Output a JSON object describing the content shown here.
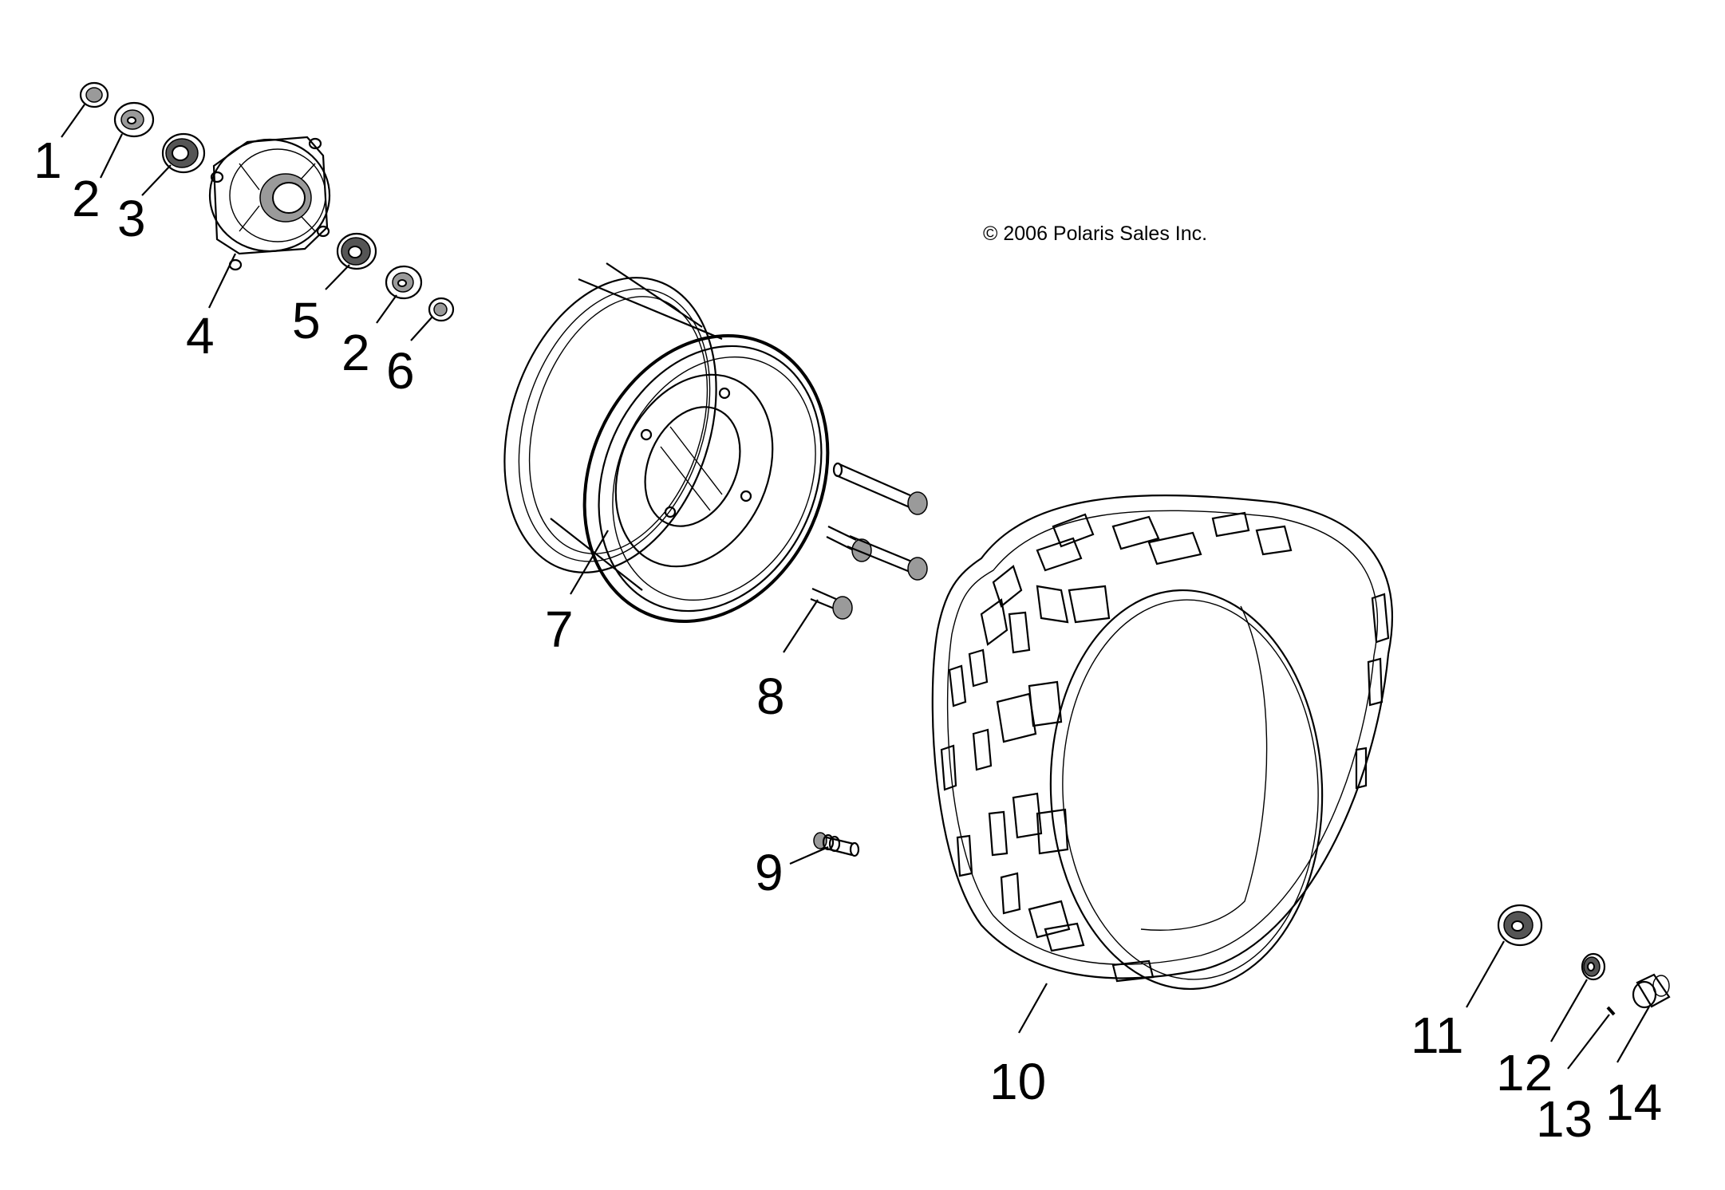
{
  "copyright": "© 2006 Polaris Sales Inc.",
  "callouts": [
    {
      "id": "1",
      "label": "1"
    },
    {
      "id": "2a",
      "label": "2"
    },
    {
      "id": "3",
      "label": "3"
    },
    {
      "id": "4",
      "label": "4"
    },
    {
      "id": "5",
      "label": "5"
    },
    {
      "id": "2b",
      "label": "2"
    },
    {
      "id": "6",
      "label": "6"
    },
    {
      "id": "7",
      "label": "7"
    },
    {
      "id": "8",
      "label": "8"
    },
    {
      "id": "9",
      "label": "9"
    },
    {
      "id": "10",
      "label": "10"
    },
    {
      "id": "11",
      "label": "11"
    },
    {
      "id": "12",
      "label": "12"
    },
    {
      "id": "13",
      "label": "13"
    },
    {
      "id": "14",
      "label": "14"
    }
  ]
}
